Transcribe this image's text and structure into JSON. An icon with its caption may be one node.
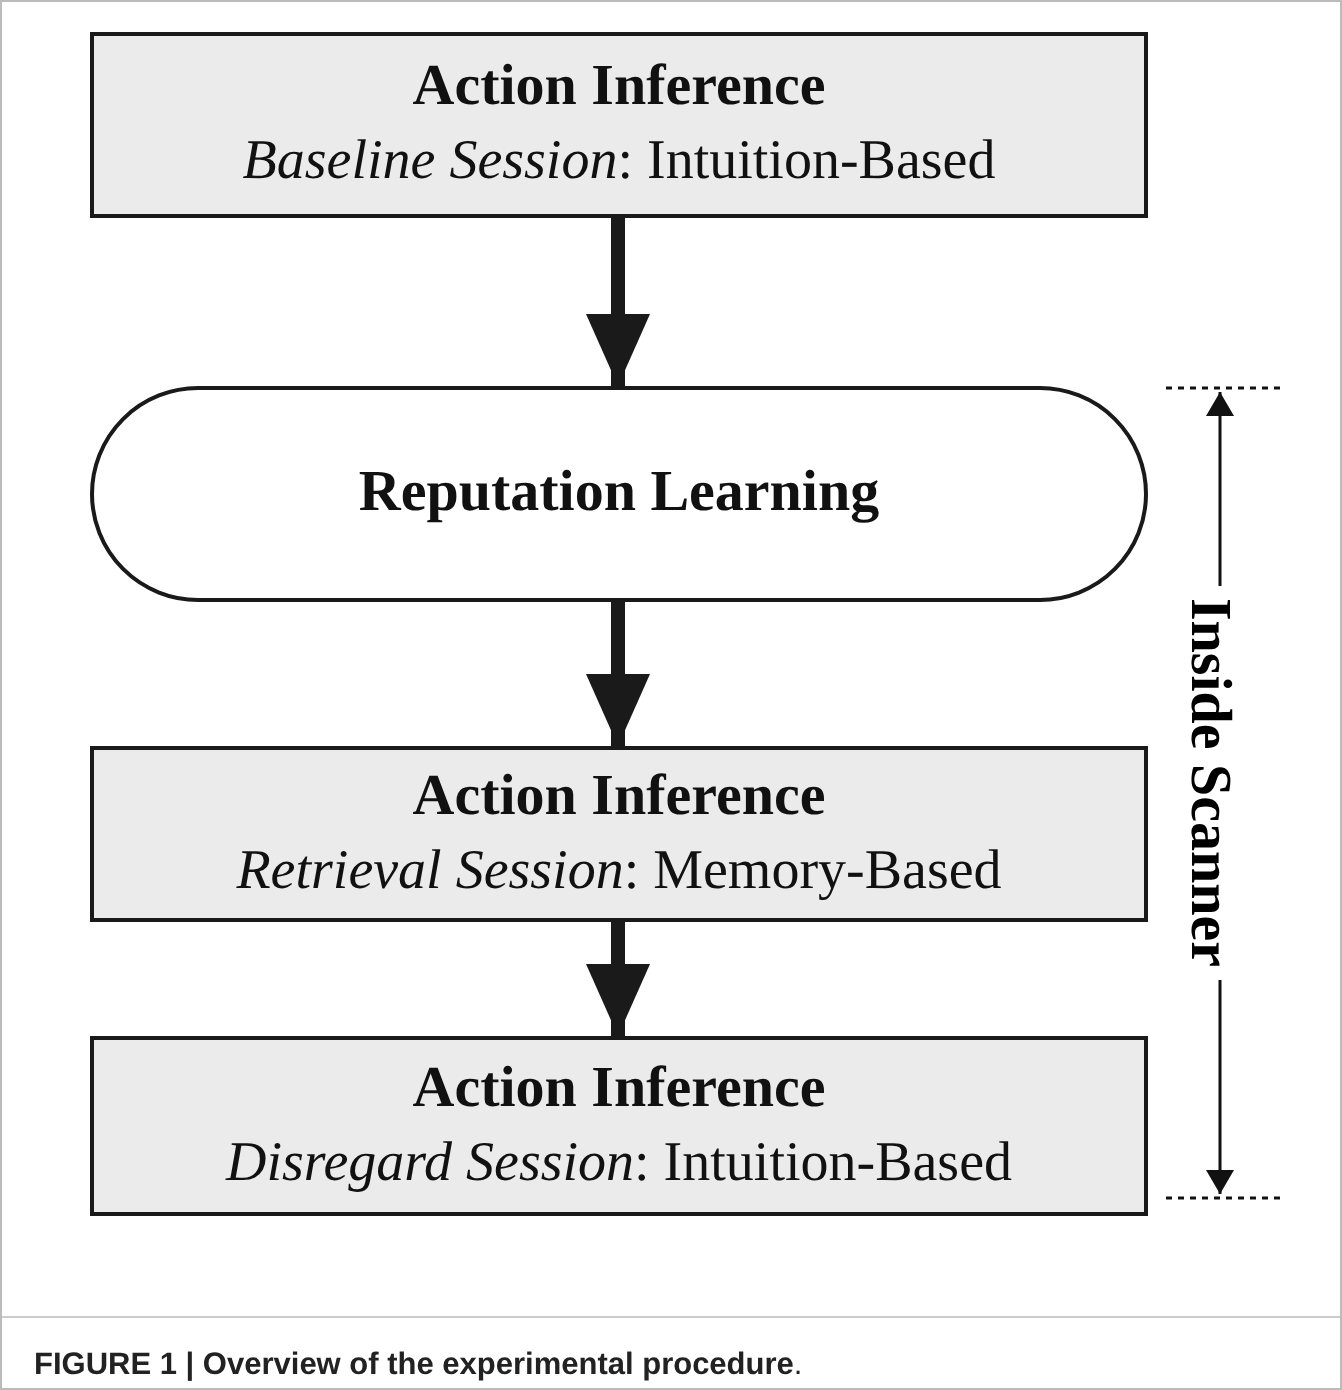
{
  "diagram": {
    "caption": "**FIGURE 1 | Overview of the experimental procedure**.",
    "nodes": [
      {
        "text": [
          "Action Inference",
          "*Baseline Session*: Intuition-Based"
        ]
      },
      {
        "text": [
          "Reputation Learning"
        ]
      },
      {
        "text": [
          "Action Inference",
          "*Retrieval Session*: Memory-Based"
        ]
      },
      {
        "text": [
          "Action Inference",
          "*Disregard Session*: Intuition-Based"
        ]
      }
    ],
    "edges": [
      {
        "from": 0,
        "to": 1,
        "arrow": "to"
      },
      {
        "from": 1,
        "to": 2,
        "arrow": "to"
      },
      {
        "from": 2,
        "to": 3,
        "arrow": "to"
      }
    ],
    "labels": [
      "Inside Scanner"
    ]
  }
}
